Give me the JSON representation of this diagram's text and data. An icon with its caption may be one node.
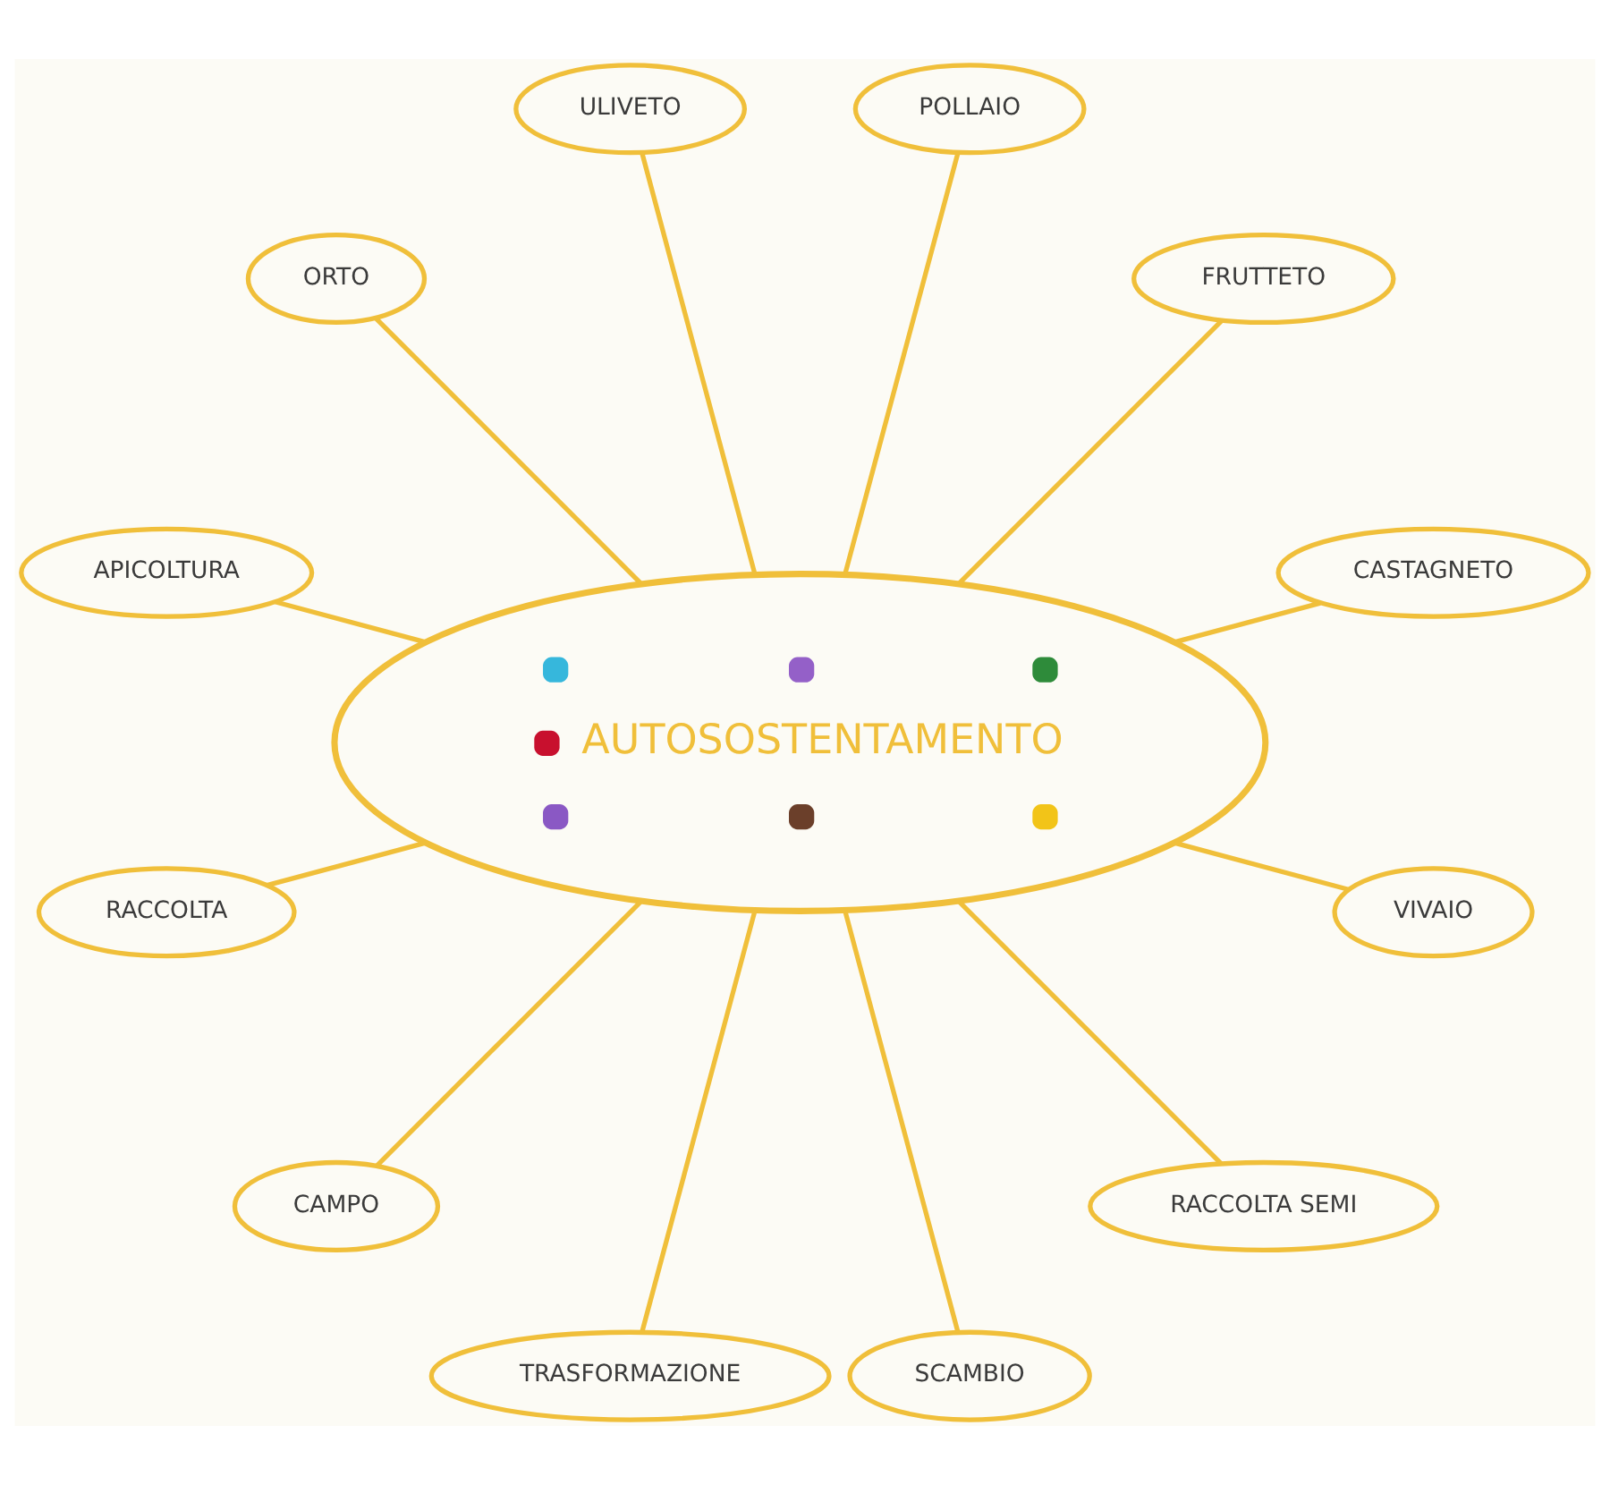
{
  "diagram": {
    "nodes": [
      {
        "text": [
          "AUTOSOSTENTAMENTO"
        ]
      },
      {
        "text": [
          "APICOLTURA"
        ]
      },
      {
        "text": [
          "ORTO"
        ]
      },
      {
        "text": [
          "POLLAIO"
        ]
      },
      {
        "text": [
          "ULIVETO"
        ]
      },
      {
        "text": [
          "FRUTTETO"
        ]
      },
      {
        "text": [
          "RACCOLTA"
        ]
      },
      {
        "text": [
          "CASTAGNETO"
        ]
      },
      {
        "text": [
          "CAMPO"
        ]
      },
      {
        "text": [
          "VIVAIO"
        ]
      },
      {
        "text": [
          "TRASFORMAZIONE"
        ]
      },
      {
        "text": [
          "RACCOLTA SEMI"
        ]
      },
      {
        "text": [
          "SCAMBIO"
        ]
      }
    ],
    "edges": [
      {
        "from": 0,
        "to": 2,
        "arrow": "none"
      },
      {
        "from": 0,
        "to": 4,
        "arrow": "none"
      },
      {
        "from": 0,
        "to": 3,
        "arrow": "none"
      },
      {
        "from": 0,
        "to": 5,
        "arrow": "none"
      },
      {
        "from": 0,
        "to": 7,
        "arrow": "none"
      },
      {
        "from": 0,
        "to": 9,
        "arrow": "none"
      },
      {
        "from": 0,
        "to": 11,
        "arrow": "none"
      },
      {
        "from": 0,
        "to": 12,
        "arrow": "none"
      },
      {
        "from": 0,
        "to": 10,
        "arrow": "none"
      },
      {
        "from": 0,
        "to": 8,
        "arrow": "none"
      },
      {
        "from": 0,
        "to": 6,
        "arrow": "none"
      },
      {
        "from": 0,
        "to": 1,
        "arrow": "none"
      }
    ]
  }
}
